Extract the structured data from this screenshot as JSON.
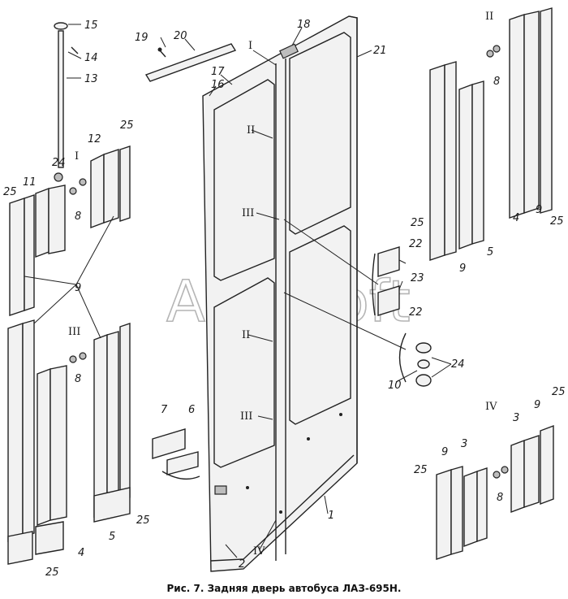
{
  "caption": "Рис. 7. Задняя дверь автобуса ЛАЗ-695Н.",
  "watermark": "AutoSoft",
  "part_numbers": {
    "n1": "1",
    "n2": "2",
    "n3a": "3",
    "n3b": "3",
    "n4a": "4",
    "n4b": "4",
    "n5a": "5",
    "n5b": "5",
    "n6": "6",
    "n7": "7",
    "n8a": "8",
    "n8b": "8",
    "n8c": "8",
    "n8d": "8",
    "n9a": "9",
    "n9b": "9",
    "n9c": "9",
    "n9d": "9",
    "n9e": "9",
    "n10": "10",
    "n11": "11",
    "n12": "12",
    "n13": "13",
    "n14": "14",
    "n15": "15",
    "n16": "16",
    "n17": "17",
    "n18": "18",
    "n19": "19",
    "n20": "20",
    "n21": "21",
    "n22a": "22",
    "n22b": "22",
    "n23": "23",
    "n24a": "24",
    "n24b": "24",
    "n25a": "25",
    "n25b": "25",
    "n25c": "25",
    "n25d": "25",
    "n25e": "25",
    "n25f": "25",
    "n25g": "25",
    "n25h": "25"
  },
  "section_marks": {
    "door_I": "I",
    "door_II_top": "II",
    "door_III_top": "III",
    "door_II_bottom": "II",
    "door_III_bottom": "III",
    "door_IV": "IV",
    "detail_I": "I",
    "detail_II": "II",
    "detail_III": "III",
    "detail_IV": "IV"
  }
}
